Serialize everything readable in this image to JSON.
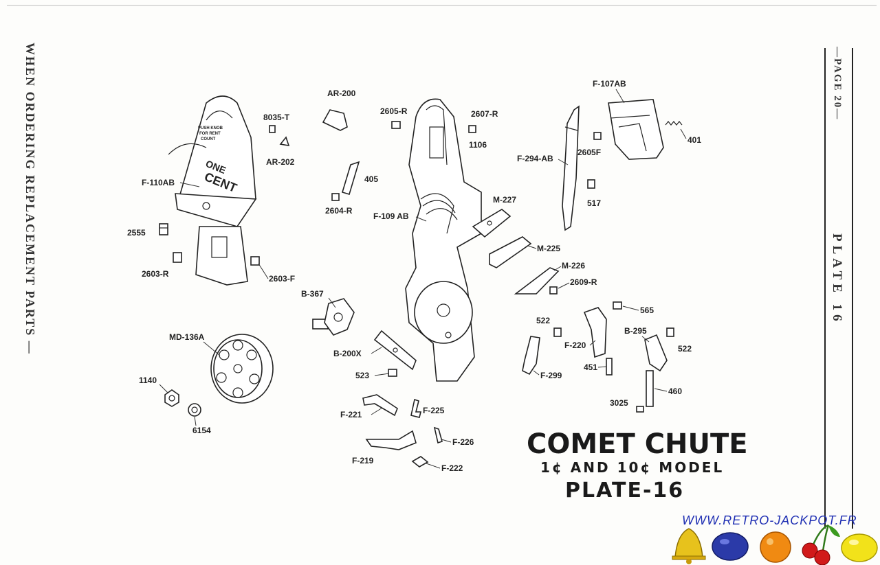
{
  "side_text": "WHEN ORDERING REPLACEMENT PARTS —",
  "page_header": "—PAGE 20—",
  "plate_header": "PLATE 16",
  "title": {
    "line1": "COMET CHUTE",
    "line2": "1¢ AND 10¢ MODEL",
    "line3": "PLATE-16"
  },
  "watermark": "WWW.RETRO-JACKPOT.FR",
  "top_plate_text": {
    "small1": "PUSH KNOB",
    "small2": "FOR RENT",
    "small3": "COUNT",
    "one": "ONE",
    "cent": "CENT"
  },
  "part_labels": {
    "f110ab": "F-110AB",
    "n8035t": "8035-T",
    "ar202": "AR-202",
    "ar200": "AR-200",
    "n2605r": "2605-R",
    "n2607r": "2607-R",
    "n1106": "1106",
    "n405": "405",
    "n2604r": "2604-R",
    "f109ab": "F-109 AB",
    "n2555": "2555",
    "n2603r": "2603-R",
    "n2603f": "2603-F",
    "b367": "B-367",
    "md136a": "MD-136A",
    "n1140": "1140",
    "n6154": "6154",
    "b200x": "B-200X",
    "n523": "523",
    "f221": "F-221",
    "f225": "F-225",
    "f226": "F-226",
    "f219": "F-219",
    "f222": "F-222",
    "f107ab": "F-107AB",
    "n2605f": "2605F",
    "n401": "401",
    "f294ab": "F-294-AB",
    "n517": "517",
    "m227": "M-227",
    "m225": "M-225",
    "m226": "M-226",
    "n2609r": "2609-R",
    "n565": "565",
    "n522a": "522",
    "f220": "F-220",
    "b295": "B-295",
    "n522b": "522",
    "f299": "F-299",
    "n451": "451",
    "n460": "460",
    "n3025": "3025"
  },
  "icons": [
    "bell-icon",
    "plum-icon",
    "orange-icon",
    "cherries-icon",
    "lemon-icon"
  ],
  "colors": {
    "watermark": "#1f2fb3",
    "bell": "#e7c21c",
    "plum": "#2b3aa8",
    "orange": "#f08a12",
    "cherry": "#d11a1a",
    "lemon": "#f2e21a"
  }
}
